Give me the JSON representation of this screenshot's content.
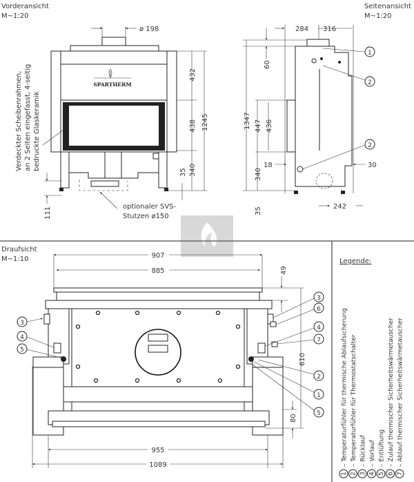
{
  "front_view": {
    "title": "Vorderansicht",
    "scale": "M~1:20",
    "brand": "SPARTHERM",
    "note_lines": [
      "Verdeckter Scheibenrahmen,",
      "an 2 Seiten eingefasst, 4-seitig",
      "bedruckte Glaskeramik"
    ],
    "option_lines": [
      "optionaler SVS-",
      "Stutzen ø150"
    ],
    "dims": {
      "flue": "ø 198",
      "d432": "432",
      "d438": "438",
      "d340": "340",
      "d35": "35",
      "d1245": "1245",
      "d111": "111"
    }
  },
  "side_view": {
    "title": "Seitenansicht",
    "scale": "M~1:20",
    "dims": {
      "d284": "284",
      "d316": "316",
      "d60": "60",
      "d1347": "1347",
      "d447": "447",
      "d436": "436",
      "d340": "340",
      "d18": "18",
      "d30": "30",
      "d35": "35",
      "d242": "242"
    },
    "markers": [
      "1",
      "2",
      "2"
    ]
  },
  "top_view": {
    "title": "Draufsicht",
    "scale": "M~1:10",
    "dims": {
      "d907": "907",
      "d885": "885",
      "d49": "49",
      "d610": "610",
      "d80": "80",
      "d955": "955",
      "d1089": "1089"
    },
    "markers_left": [
      "3",
      "4",
      "5"
    ],
    "markers_right": [
      "3",
      "6",
      "4",
      "7",
      "2",
      "1",
      "5"
    ]
  },
  "legend": {
    "title": "Legende:",
    "items": [
      {
        "num": "1",
        "text": "– Temperaturfühler für thermische Ablaufsicherung"
      },
      {
        "num": "2",
        "text": "– Temperaturfühler für Thermostatschalter"
      },
      {
        "num": "3",
        "text": "– Rücklauf"
      },
      {
        "num": "4",
        "text": "– Vorlauf"
      },
      {
        "num": "5",
        "text": "– Entlüftung"
      },
      {
        "num": "6",
        "text": "– Zulauf thermischer Sicherheitswärmetauscher"
      },
      {
        "num": "7",
        "text": "– Ablauf thermischer Sicherheitswärmetauscher"
      }
    ]
  }
}
